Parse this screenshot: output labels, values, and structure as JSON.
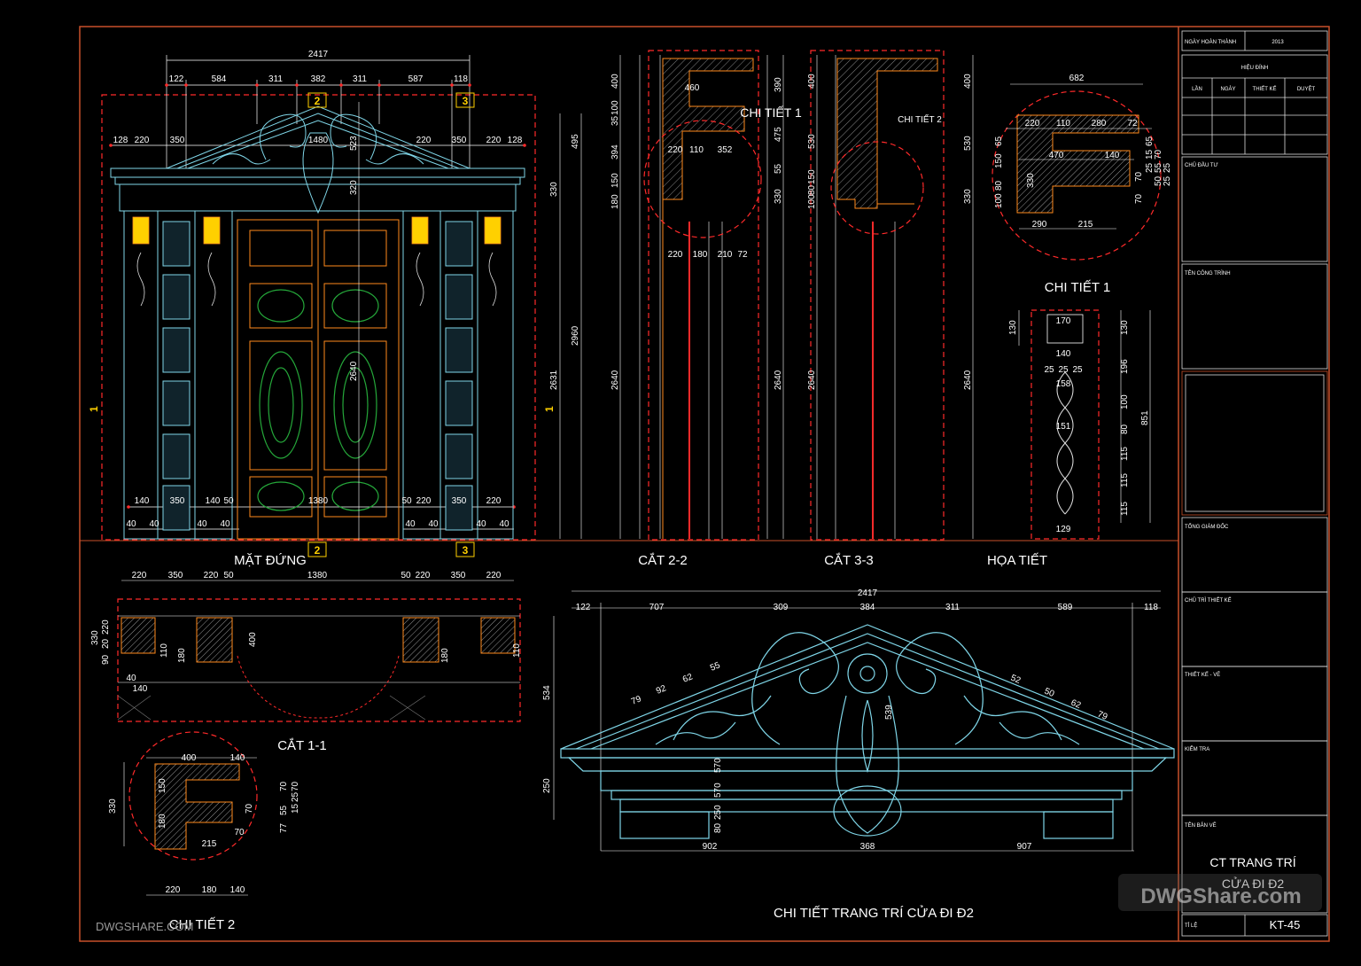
{
  "sheet": {
    "captions": {
      "elevation": "MẶT ĐỨNG",
      "section_2": "CẮT 2-2",
      "section_3": "CẮT 3-3",
      "ornament": "HỌA TIẾT",
      "section_1": "CẮT 1-1",
      "detail_1_a": "CHI TIẾT 1",
      "detail_1_b": "CHI TIẾT 1",
      "detail_2_a": "CHI TIẾT 2",
      "detail_2_b": "CHI TIẾT 2",
      "door_detail": "CHI TIẾT TRANG TRÍ CỬA ĐI Đ2"
    },
    "section_markers": [
      "2",
      "3",
      "1"
    ],
    "watermark_left": "DWGSHARE.COM",
    "watermark_right": "DWGShare.com"
  },
  "dims": {
    "elev_total": "2417",
    "elev_top": [
      "122",
      "584",
      "311",
      "382",
      "311",
      "587",
      "118"
    ],
    "elev_second": [
      "128",
      "220",
      "350",
      "1480",
      "220",
      "350",
      "220",
      "128"
    ],
    "elev_bottom": [
      "140",
      "350",
      "140",
      "50",
      "1380",
      "50",
      "220",
      "350",
      "220"
    ],
    "elev_bottom_small": [
      "40",
      "40",
      "40",
      "40",
      "40",
      "40",
      "40",
      "40"
    ],
    "elev_vert_right": [
      "495",
      "330",
      "2631",
      "2960"
    ],
    "elev_inner": [
      "523",
      "320",
      "2640"
    ],
    "sec2_left": [
      "400",
      "100",
      "35",
      "394",
      "180",
      "150"
    ],
    "sec2_top": [
      "460",
      "220",
      "110",
      "352"
    ],
    "sec2_bottom": [
      "220",
      "180",
      "210",
      "72"
    ],
    "sec2_right": [
      "390",
      "475",
      "55",
      "330"
    ],
    "sec_height": "2640",
    "sec3_left": [
      "400",
      "530",
      "100",
      "80",
      "150"
    ],
    "sec3_right": [
      "400",
      "530",
      "330"
    ],
    "detail1_top": [
      "682",
      "220",
      "110",
      "280",
      "72",
      "470",
      "140"
    ],
    "detail1_bottom": [
      "290",
      "215"
    ],
    "detail1_left": [
      "65",
      "150",
      "80",
      "100",
      "330"
    ],
    "detail1_right": [
      "70",
      "65",
      "15",
      "25",
      "50",
      "55",
      "70",
      "25",
      "25",
      "70"
    ],
    "ornament_top": [
      "170",
      "140",
      "25",
      "25",
      "25",
      "158",
      "151",
      "129"
    ],
    "ornament_right": [
      "130",
      "196",
      "100",
      "80",
      "115",
      "115",
      "115",
      "851"
    ],
    "ornament_left": [
      "130"
    ],
    "sec1_top": [
      "220",
      "350",
      "220",
      "50",
      "1380",
      "50",
      "220",
      "350",
      "220"
    ],
    "sec1_left": [
      "330",
      "220",
      "20",
      "90"
    ],
    "sec1_small": [
      "110",
      "180",
      "400",
      "180",
      "110",
      "40",
      "140"
    ],
    "d2_top": [
      "400",
      "140"
    ],
    "d2_left": [
      "330",
      "150",
      "180"
    ],
    "d2_right": [
      "70",
      "70",
      "25",
      "15",
      "55",
      "77",
      "70",
      "70"
    ],
    "d2_bottom": [
      "220",
      "180",
      "140",
      "215"
    ],
    "door_total": "2417",
    "door_top": [
      "122",
      "707",
      "309",
      "384",
      "311",
      "589",
      "118"
    ],
    "door_left": [
      "534",
      "250"
    ],
    "door_bottom": [
      "902",
      "368",
      "907"
    ],
    "door_center_vert": [
      "539",
      "570",
      "570",
      "250",
      "80"
    ],
    "door_diag": [
      "79",
      "92",
      "62",
      "55",
      "52",
      "50",
      "62",
      "79"
    ]
  },
  "title_block": {
    "completion_label": "NGÀY HOÀN THÀNH",
    "completion_value": "2013",
    "revision_label": "HIỆU ĐÍNH",
    "revision_cols": [
      "LẦN",
      "NGÀY",
      "THIẾT KẾ",
      "DUYỆT"
    ],
    "investor_label": "CHỦ ĐẦU TƯ",
    "project_label": "TÊN CÔNG TRÌNH",
    "director_label": "TỔNG GIÁM ĐỐC",
    "chief_label": "CHỦ TRÌ THIẾT KẾ",
    "designer_label": "THIẾT KẾ - VẼ",
    "checker_label": "KIỂM TRA",
    "drawing_name_label": "TÊN BẢN VẼ",
    "drawing_name_1": "CT TRANG TRÍ",
    "drawing_name_2": "CỬA ĐI Đ2",
    "scale_label": "TỈ LỆ",
    "sheet_code": "KT-45"
  },
  "colors": {
    "background": "#000000",
    "frame": "#c8512a",
    "cad_red": "#ff2a2a",
    "cad_cyan": "#7fd6e8",
    "cad_orange": "#ff8a1c",
    "cad_green": "#25a83a",
    "cad_yellow": "#ffd000",
    "cad_white": "#ffffff"
  }
}
